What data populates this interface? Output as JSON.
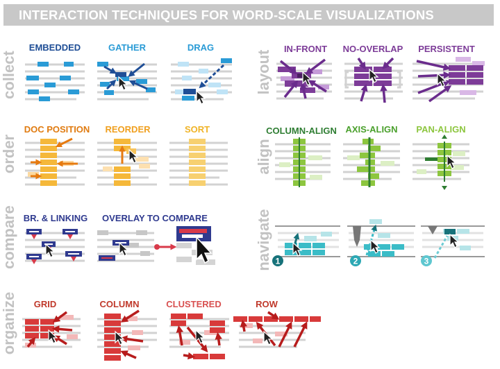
{
  "title": "INTERACTION TECHNIQUES FOR WORD-SCALE VISUALIZATIONS",
  "colors": {
    "banner": "#c8c8c8",
    "side_label": "#c2c2c2",
    "collect": "#2a9bd6",
    "collect_dark": "#1f4e96",
    "layout": "#7d3c98",
    "order": "#f0a020",
    "order_label": "#e07b10",
    "align": "#8dc63f",
    "align_dark": "#2e7d32",
    "compare": "#2f3a8f",
    "compare_red": "#d83a4a",
    "navigate": "#3bbcc7",
    "navigate_dark": "#17727a",
    "organize": "#d83a3a"
  },
  "groups": [
    {
      "label": "collect",
      "techniques": [
        "EMBEDDED",
        "GATHER",
        "DRAG"
      ]
    },
    {
      "label": "layout",
      "techniques": [
        "IN-FRONT",
        "NO-OVERLAP",
        "PERSISTENT"
      ]
    },
    {
      "label": "order",
      "techniques": [
        "DOC POSITION",
        "REORDER",
        "SORT"
      ]
    },
    {
      "label": "align",
      "techniques": [
        "COLUMN-ALIGN",
        "AXIS-ALIGN",
        "PAN-ALIGN"
      ]
    },
    {
      "label": "compare",
      "techniques": [
        "BR. & LINKING",
        "OVERLAY TO COMPARE"
      ]
    },
    {
      "label": "navigate",
      "techniques": [],
      "steps": [
        "1",
        "2",
        "3"
      ]
    },
    {
      "label": "organize",
      "techniques": [
        "GRID",
        "COLUMN",
        "CLUSTERED",
        "ROW"
      ]
    }
  ]
}
